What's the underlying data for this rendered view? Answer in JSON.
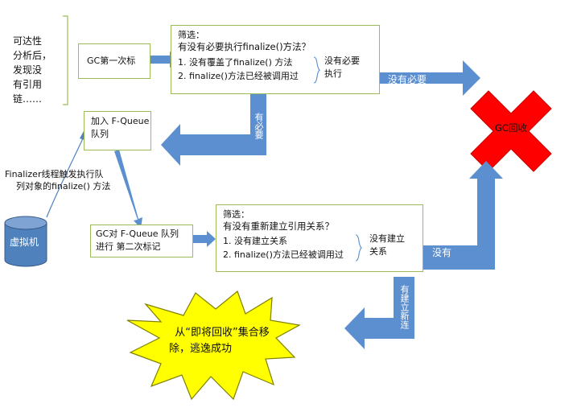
{
  "colors": {
    "arrow_blue": "#5b8fd0",
    "box_border": "#9bbb59",
    "x_red": "#ff0000",
    "burst_yellow": "#ffff00",
    "cylinder_blue": "#4f81bd",
    "thin_arrow": "#4f81bd"
  },
  "left_note": {
    "lines": [
      "可达性",
      "分析后，",
      "发现没",
      "有引用",
      "链……"
    ]
  },
  "gc_first_mark": {
    "label": "GC第一次标"
  },
  "filter1": {
    "title": "筛选：",
    "question": "有没有必要执行finalize()方法？",
    "items": [
      "1. 没有覆盖了finalize() 方法",
      "2. finalize()方法已经被调用过"
    ],
    "result": [
      "没有必要",
      "执行"
    ]
  },
  "arrow_no_need": {
    "label": "没有必要"
  },
  "arrow_need": {
    "label": "有必要"
  },
  "gc_collect": {
    "label": "GC回收"
  },
  "fqueue": {
    "lines": [
      "加入 F-Queue",
      "队列"
    ]
  },
  "finalizer_note": {
    "lines": [
      "Finalizer线程触发执行队",
      "列对象的finalize() 方法"
    ]
  },
  "vm": {
    "label": "虚拟机"
  },
  "second_mark": {
    "lines": [
      "GC对 F-Queue 队列",
      "进行 第二次标记"
    ]
  },
  "filter2": {
    "title": "筛选：",
    "question": "有没有重新建立引用关系？",
    "items": [
      "1. 没有建立关系",
      "2. finalize()方法已经被调用过"
    ],
    "result": [
      "没有建立",
      "关系"
    ]
  },
  "arrow_none": {
    "label": "没有"
  },
  "arrow_rebuilt": {
    "label": "有建立新连"
  },
  "escape": {
    "lines": [
      "从“即将回收”集合移",
      "除，逃逸成功"
    ]
  }
}
